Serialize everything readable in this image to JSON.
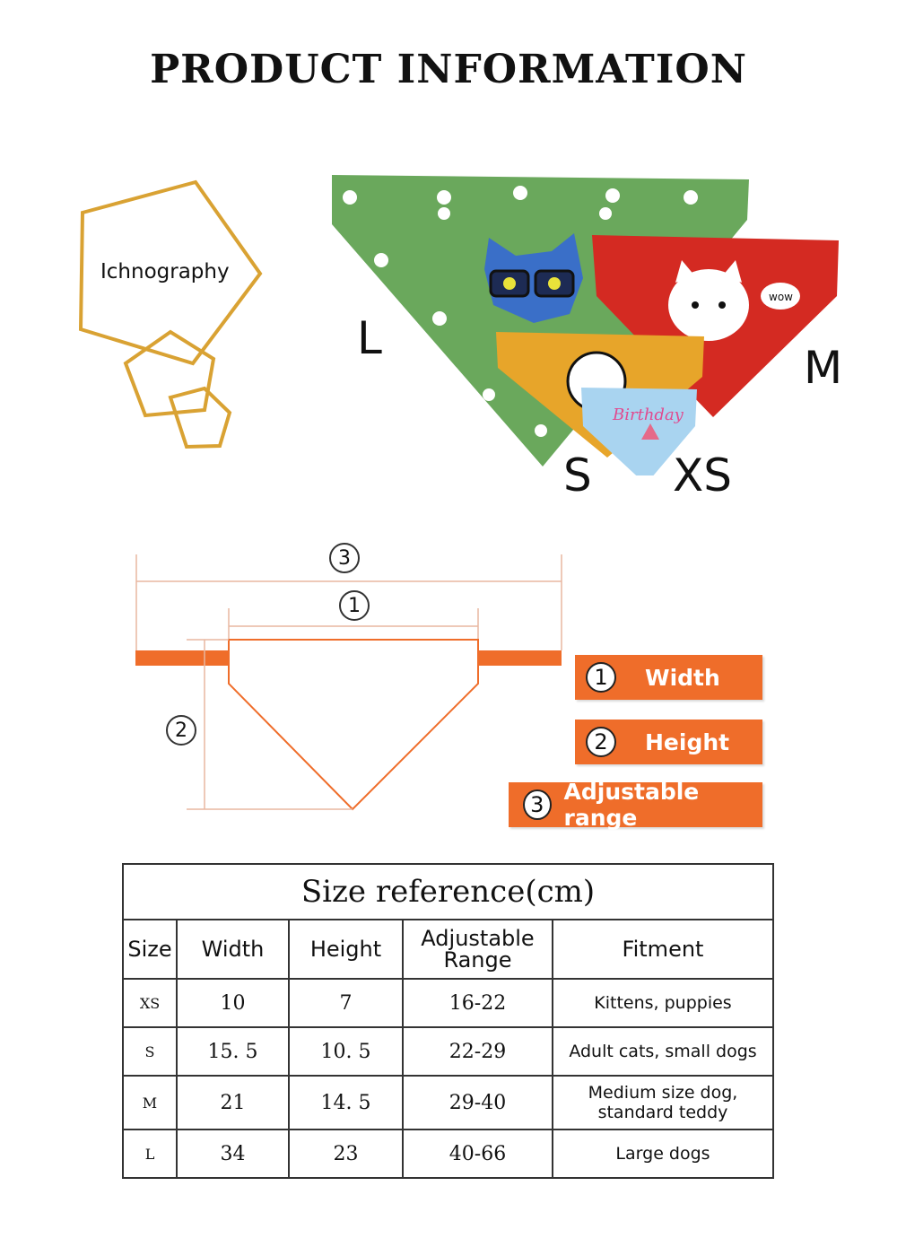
{
  "header": {
    "title": "PRODUCT INFORMATION"
  },
  "ichnography": {
    "label": "Ichnography",
    "color": "#d9a233"
  },
  "products": {
    "sizes": [
      "L",
      "M",
      "S",
      "XS"
    ],
    "bandana_colors": {
      "L": "#6aa85c",
      "M": "#d42a22",
      "S": "#e7a52a",
      "XS": "#a9d4f0"
    },
    "xs_print_text": "Birthday",
    "m_print_text": "wow"
  },
  "diagram": {
    "markers": [
      "3",
      "1",
      "2"
    ],
    "accent": "#ef6d2a",
    "legend": [
      {
        "num": "1",
        "label": "Width"
      },
      {
        "num": "2",
        "label": "Height"
      },
      {
        "num": "3",
        "label": "Adjustable range"
      }
    ]
  },
  "size_table": {
    "caption": "Size reference(cm)",
    "headers": [
      "Size",
      "Width",
      "Height",
      "Adjustable Range",
      "Fitment"
    ],
    "rows": [
      {
        "size": "XS",
        "width": "10",
        "height": "7",
        "range": "16-22",
        "fitment": "Kittens, puppies"
      },
      {
        "size": "S",
        "width": "15. 5",
        "height": "10. 5",
        "range": "22-29",
        "fitment": "Adult cats, small dogs"
      },
      {
        "size": "M",
        "width": "21",
        "height": "14. 5",
        "range": "29-40",
        "fitment": "Medium size dog, standard teddy"
      },
      {
        "size": "L",
        "width": "34",
        "height": "23",
        "range": "40-66",
        "fitment": "Large dogs"
      }
    ]
  }
}
